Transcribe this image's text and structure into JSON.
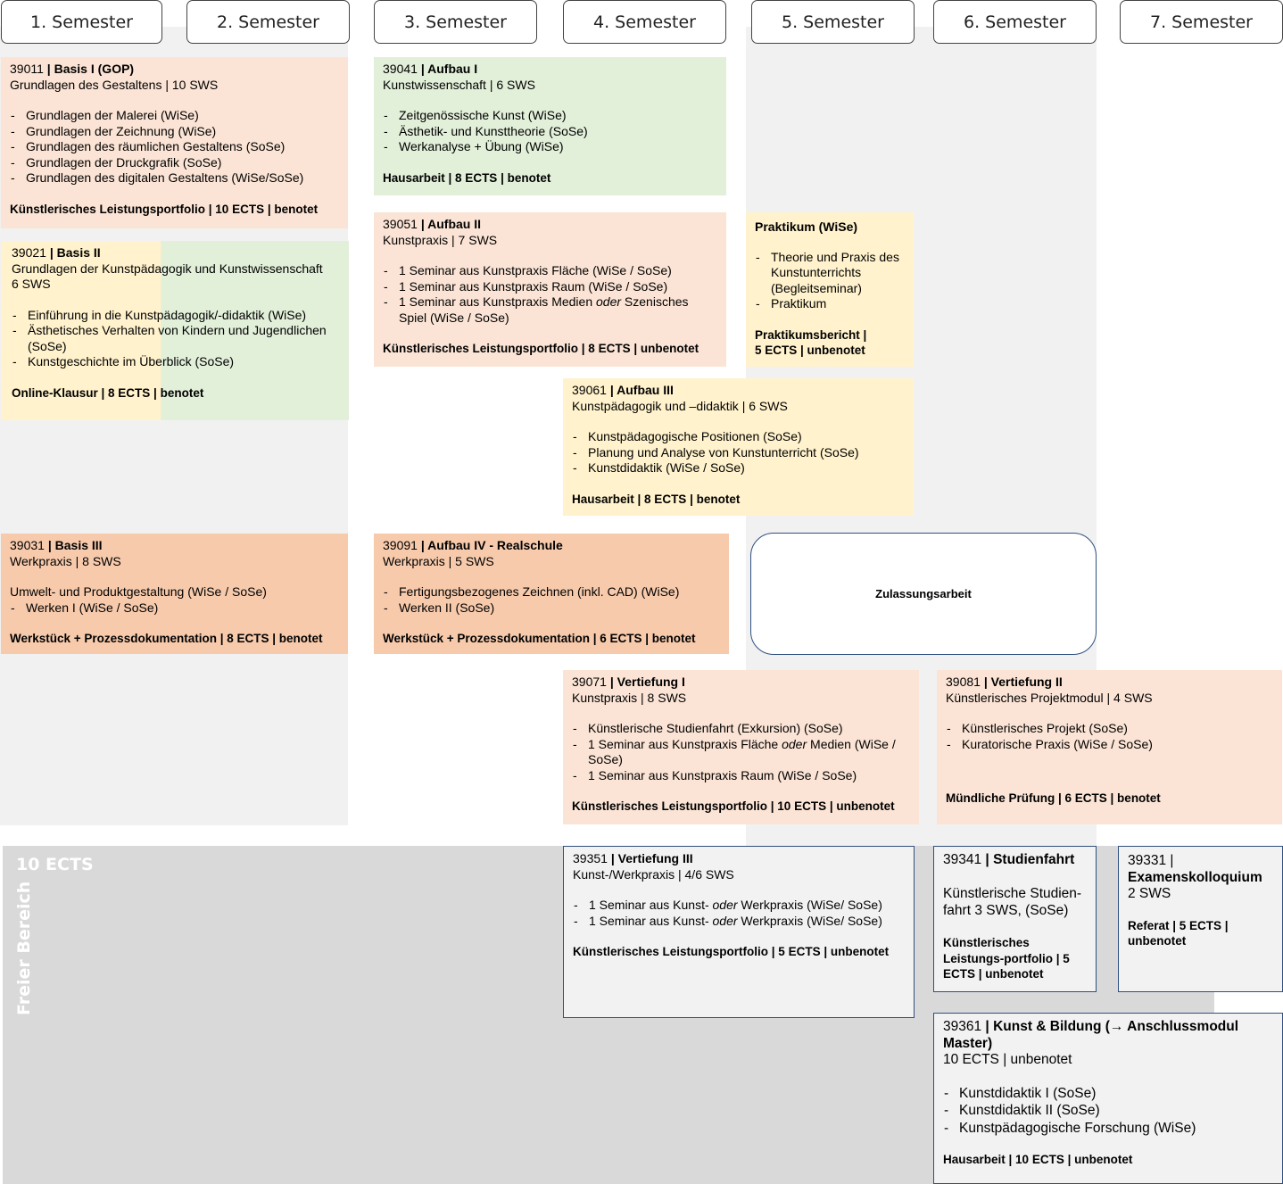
{
  "semesters": [
    "1. Semester",
    "2. Semester",
    "3. Semester",
    "4. Semester",
    "5. Semester",
    "6. Semester",
    "7. Semester"
  ],
  "modules": {
    "m39011": {
      "code": "39011",
      "title": "Basis I (GOP)",
      "sub": "Grundlagen des Gestaltens | 10 SWS",
      "items": [
        "Grundlagen der Malerei (WiSe)",
        "Grundlagen der Zeichnung (WiSe)",
        "Grundlagen des räumlichen Gestaltens (SoSe)",
        "Grundlagen der Druckgrafik (SoSe)",
        "Grundlagen des digitalen Gestaltens (WiSe/SoSe)"
      ],
      "exam": "Künstlerisches Leistungsportfolio | 10 ECTS | benotet"
    },
    "m39021": {
      "code": "39021",
      "title": "Basis II",
      "sub1": "Grundlagen der Kunstpädagogik und Kunstwissenschaft",
      "sub2": "6 SWS",
      "items": [
        "Einführung in die Kunstpädagogik/-didaktik (WiSe)",
        "Ästhetisches Verhalten von Kindern und Jugendlichen (SoSe)",
        "Kunstgeschichte im Überblick (SoSe)"
      ],
      "exam": "Online-Klausur | 8 ECTS | benotet"
    },
    "m39031": {
      "code": "39031",
      "title": "Basis III",
      "sub": "Werkpraxis | 8 SWS",
      "plain": "Umwelt- und Produktgestaltung (WiSe / SoSe)",
      "items": [
        "Werken I (WiSe / SoSe)"
      ],
      "exam": "Werkstück + Prozessdokumentation | 8 ECTS | benotet"
    },
    "m39041": {
      "code": "39041",
      "title": "Aufbau I",
      "sub": "Kunstwissenschaft | 6 SWS",
      "items": [
        "Zeitgenössische Kunst (WiSe)",
        "Ästhetik- und Kunsttheorie (SoSe)",
        "Werkanalyse + Übung (WiSe)"
      ],
      "exam": "Hausarbeit | 8 ECTS | benotet"
    },
    "m39051": {
      "code": "39051",
      "title": "Aufbau II",
      "sub": "Kunstpraxis | 7 SWS",
      "items": [
        "1 Seminar aus Kunstpraxis Fläche (WiSe / SoSe)",
        "1 Seminar aus Kunstpraxis Raum (WiSe / SoSe)"
      ],
      "item3_a": "1 Seminar aus Kunstpraxis Medien ",
      "item3_em": "oder",
      "item3_b": " Szenisches Spiel (WiSe / SoSe)",
      "exam": "Künstlerisches Leistungsportfolio | 8 ECTS | unbenotet"
    },
    "praktikum": {
      "title": "Praktikum (WiSe)",
      "items": [
        "Theorie und Praxis des Kunstunterrichts (Begleitseminar)",
        "Praktikum"
      ],
      "exam1": "Praktikumsbericht |",
      "exam2": "5 ECTS | unbenotet"
    },
    "m39061": {
      "code": "39061",
      "title": "Aufbau III",
      "sub": "Kunstpädagogik und –didaktik | 6 SWS",
      "items": [
        "Kunstpädagogische Positionen (SoSe)",
        "Planung und Analyse von Kunstunterricht (SoSe)",
        "Kunstdidaktik  (WiSe / SoSe)"
      ],
      "exam": "Hausarbeit | 8 ECTS | benotet"
    },
    "m39091": {
      "code": "39091",
      "title": "Aufbau IV - Realschule",
      "sub": "Werkpraxis | 5 SWS",
      "items": [
        "Fertigungsbezogenes Zeichnen (inkl. CAD) (WiSe)",
        "Werken II (SoSe)"
      ],
      "exam": "Werkstück + Prozessdokumentation | 6 ECTS | benotet"
    },
    "zulassung": {
      "label": "Zulassungsarbeit"
    },
    "m39071": {
      "code": "39071",
      "title": "Vertiefung I",
      "sub": "Kunstpraxis | 8 SWS",
      "item1": "Künstlerische Studienfahrt (Exkursion) (SoSe)",
      "item2_a": "1 Seminar aus Kunstpraxis Fläche ",
      "item2_em": "oder",
      "item2_b": " Medien (WiSe / SoSe)",
      "item3": "1 Seminar aus Kunstpraxis Raum  (WiSe / SoSe)",
      "exam": "Künstlerisches Leistungsportfolio | 10 ECTS | unbenotet"
    },
    "m39081": {
      "code": "39081",
      "title": "Vertiefung II",
      "sub": "Künstlerisches Projektmodul | 4 SWS",
      "items": [
        "Künstlerisches Projekt (SoSe)",
        "Kuratorische Praxis (WiSe / SoSe)"
      ],
      "exam": "Mündliche Prüfung | 6 ECTS | benotet"
    },
    "m39351": {
      "code": "39351",
      "title": "Vertiefung III",
      "sub": "Kunst-/Werkpraxis | 4/6 SWS",
      "item_a": "1 Seminar aus Kunst- ",
      "item_em": "oder",
      "item_b": " Werkpraxis (WiSe/ SoSe)",
      "exam": "Künstlerisches Leistungsportfolio | 5 ECTS | unbenotet"
    },
    "m39341": {
      "code": "39341",
      "title": "Studienfahrt",
      "sub1": "Künstlerische Studien-",
      "sub2": "fahrt 3 SWS, (SoSe)",
      "exam1": "Künstlerisches",
      "exam2": "Leistungs-portfolio |  5",
      "exam3": "ECTS | unbenotet"
    },
    "m39331": {
      "code": "39331 |",
      "title": "Examenskolloquium",
      "sub": "2 SWS",
      "exam1": "Referat | 5 ECTS |",
      "exam2": "unbenotet"
    },
    "m39361": {
      "code": "39361",
      "title1": "Kunst & Bildung (→ Anschlussmodul",
      "title2": "Master)",
      "sub": "10 ECTS | unbenotet",
      "items": [
        "Kunstdidaktik I (SoSe)",
        "Kunstdidaktik II  (SoSe)",
        "Kunstpädagogische Forschung  (WiSe)"
      ],
      "exam": "Hausarbeit | 10 ECTS | unbenotet"
    }
  },
  "freier": {
    "ects": "10 ECTS",
    "label": "Freier Bereich"
  }
}
